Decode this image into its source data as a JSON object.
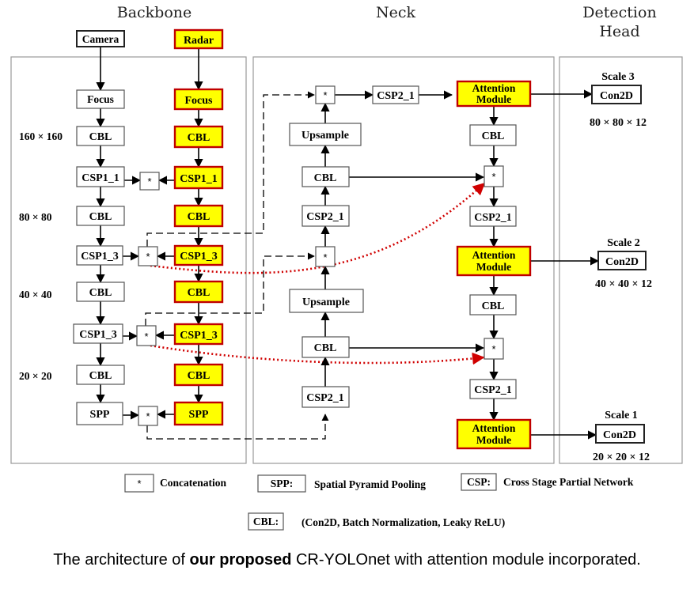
{
  "headers": {
    "backbone": "Backbone",
    "neck": "Neck",
    "head_line1": "Detection",
    "head_line2": "Head"
  },
  "backbone": {
    "camera_branch": [
      "Camera",
      "Focus",
      "CBL",
      "CSP1_1",
      "CBL",
      "CSP1_3",
      "CBL",
      "CSP1_3",
      "CBL",
      "SPP"
    ],
    "radar_branch": [
      "Radar",
      "Focus",
      "CBL",
      "CSP1_1",
      "CBL",
      "CSP1_3",
      "CBL",
      "CSP1_3",
      "CBL",
      "SPP"
    ],
    "resolutions": [
      "160 × 160",
      "80 × 80",
      "40 × 40",
      "20 × 20"
    ],
    "concat_symbol": "*"
  },
  "neck": {
    "left_column": [
      "CSP2_1",
      "Upsample",
      "CBL",
      "CSP2_1",
      "Upsample",
      "CBL",
      "CSP2_1"
    ],
    "top_csp": "CSP2_1",
    "right_column": [
      "Attention Module",
      "CBL",
      "CSP2_1",
      "Attention Module",
      "CBL",
      "CSP2_1",
      "Attention Module"
    ]
  },
  "head": {
    "outputs": [
      {
        "scale": "Scale 3",
        "conv": "Con2D",
        "shape": "80 × 80 × 12"
      },
      {
        "scale": "Scale 2",
        "conv": "Con2D",
        "shape": "40 × 40 × 12"
      },
      {
        "scale": "Scale 1",
        "conv": "Con2D",
        "shape": "20 × 20 × 12"
      }
    ]
  },
  "legend": {
    "concat_key": "*",
    "concat_desc": "Concatenation",
    "spp_key": "SPP:",
    "spp_desc": "Spatial Pyramid Pooling",
    "csp_key": "CSP:",
    "csp_desc": "Cross Stage Partial Network",
    "cbl_key": "CBL:",
    "cbl_desc": "(Con2D, Batch Normalization, Leaky ReLU)"
  },
  "caption": {
    "before": "The architecture of ",
    "bold": "our proposed",
    "after": " CR-YOLOnet with attention module incorporated."
  },
  "colors": {
    "radar_fill": "#ffff00",
    "radar_border": "#c00000",
    "fusion_arrows": "#d00000"
  }
}
